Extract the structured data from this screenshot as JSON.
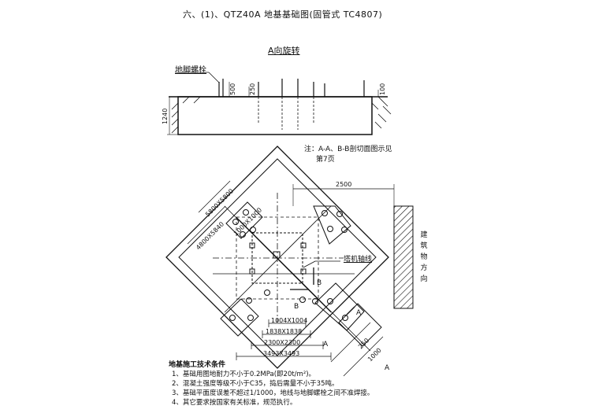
{
  "page": {
    "title": "六、(1)、QTZ40A 地基基础图(固管式 TC4807)"
  },
  "elevation": {
    "title": "A向旋转",
    "bolt_label": "地脚螺栓",
    "dims": {
      "bolt_projection": "500",
      "bolt_inner": "250",
      "top_offset": "100",
      "depth": "1240"
    }
  },
  "note": {
    "line1": "注：A-A、B-B剖切面图示见",
    "line2": "第7页"
  },
  "plan": {
    "dims": {
      "outer_diag": "5800X5800",
      "inner_diag": "4800X5840",
      "pad": "1000X1000",
      "building_dist": "2500",
      "d1004": "1004X1004",
      "d1838": "1838X1838",
      "d2300": "2300X2300",
      "d3493": "3493X3493",
      "side_250": "250",
      "side_1000": "1000"
    },
    "crane_label": "塔机轴线",
    "section_a": "A",
    "section_b": "B",
    "building_text": "建筑物方向"
  },
  "tech": {
    "title": "地基施工技术条件",
    "items": [
      "1、基础用图地耐力不小于0.2MPa(即20t/m²)。",
      "2、混凝土强度等级不小于C35，捣后需量不小于35吨。",
      "3、基础平面度误差不超过1/1000，地线与地脚螺栓之间不准焊接。",
      "4、其它要求按国家有关标准，规范执行。"
    ]
  }
}
